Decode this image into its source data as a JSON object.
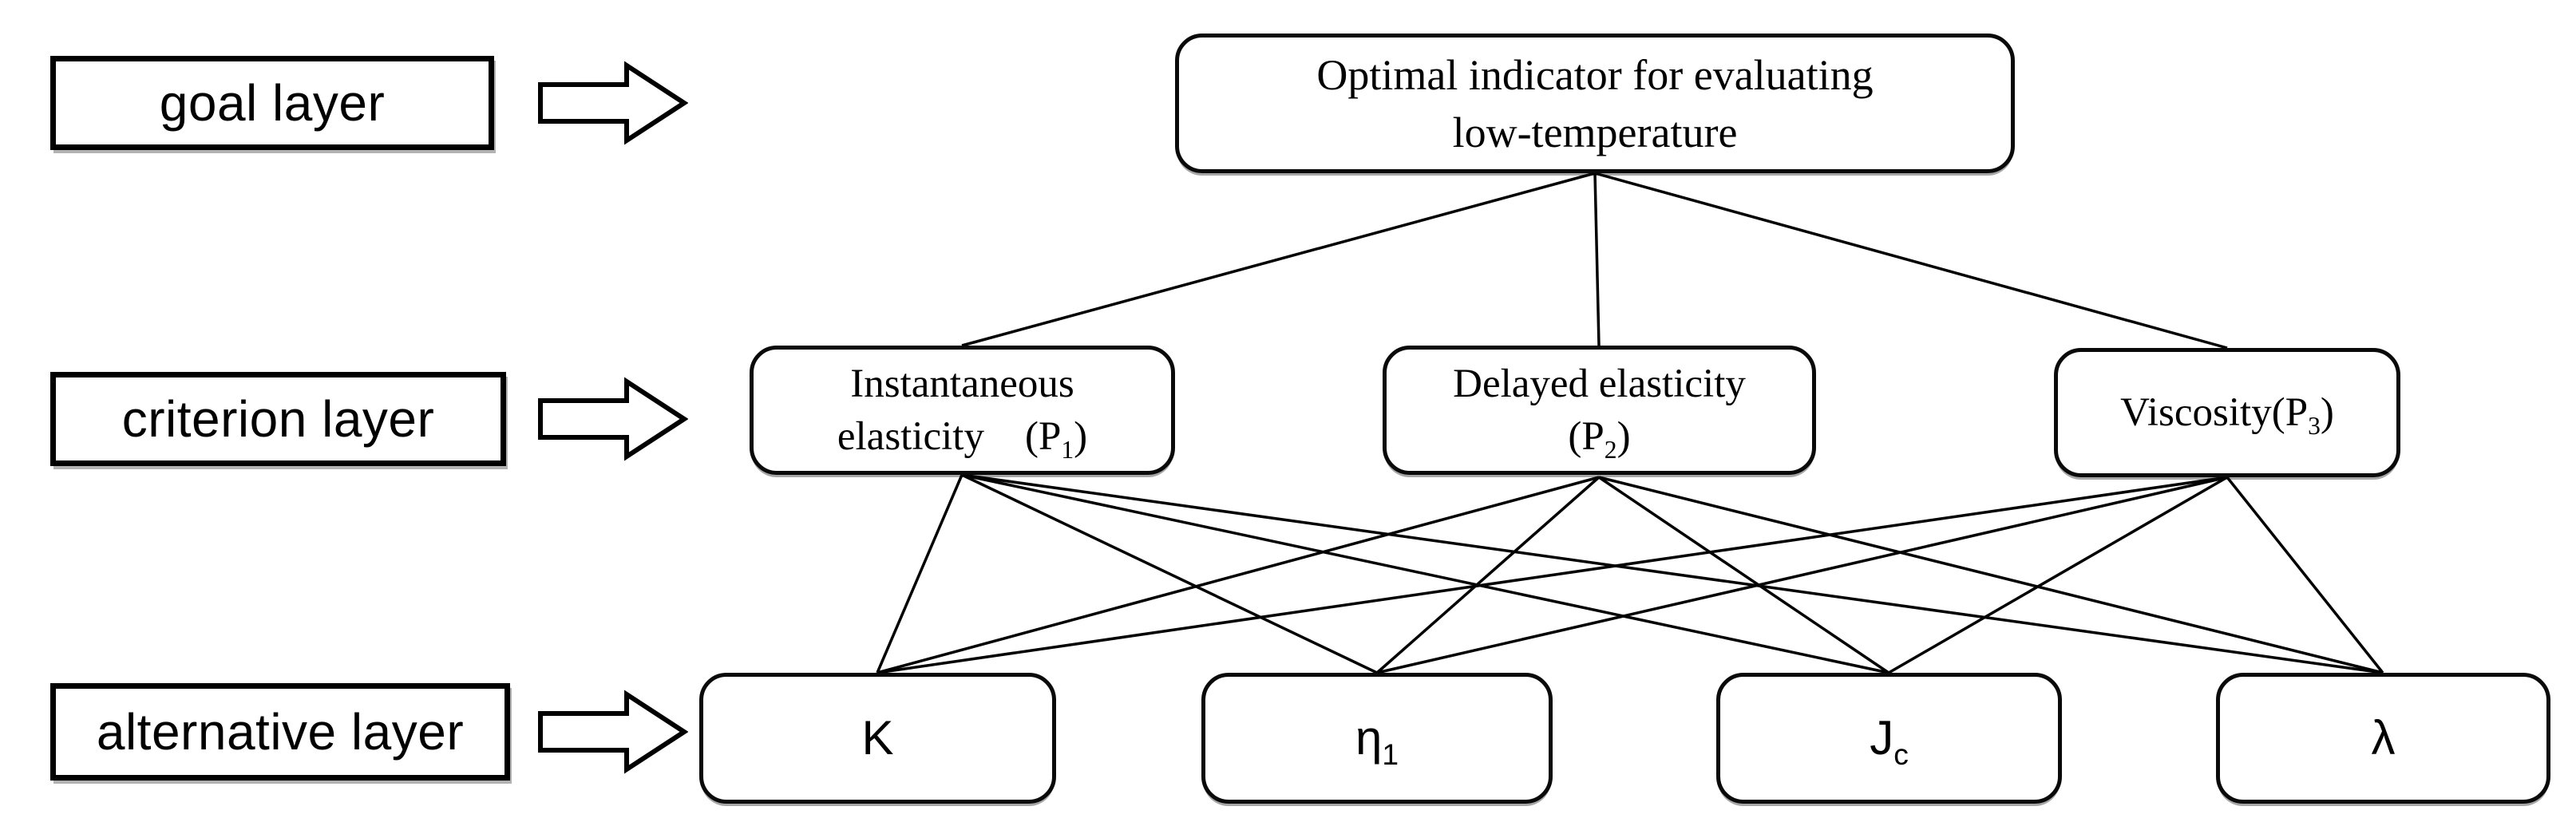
{
  "diagram": {
    "layers": [
      {
        "id": "goal",
        "label": "goal layer"
      },
      {
        "id": "criterion",
        "label": "criterion layer"
      },
      {
        "id": "alternative",
        "label": "alternative layer"
      }
    ],
    "nodes": [
      {
        "id": "goal",
        "layer": "goal",
        "lines": [
          [
            {
              "t": "Optimal indicator for evaluating"
            }
          ],
          [
            {
              "t": "low-temperature"
            }
          ]
        ]
      },
      {
        "id": "p1",
        "layer": "criterion",
        "lines": [
          [
            {
              "t": "Instantaneous"
            }
          ],
          [
            {
              "t": "elasticity　(P"
            },
            {
              "t": "1",
              "sub": true
            },
            {
              "t": ")"
            }
          ]
        ]
      },
      {
        "id": "p2",
        "layer": "criterion",
        "lines": [
          [
            {
              "t": "Delayed elasticity"
            }
          ],
          [
            {
              "t": "(P"
            },
            {
              "t": "2",
              "sub": true
            },
            {
              "t": ")"
            }
          ]
        ]
      },
      {
        "id": "p3",
        "layer": "criterion",
        "lines": [
          [
            {
              "t": "Viscosity(P"
            },
            {
              "t": "3",
              "sub": true
            },
            {
              "t": ")"
            }
          ]
        ]
      },
      {
        "id": "k",
        "layer": "alternative",
        "lines": [
          [
            {
              "t": "K"
            }
          ]
        ]
      },
      {
        "id": "eta",
        "layer": "alternative",
        "lines": [
          [
            {
              "t": "η"
            },
            {
              "t": "1",
              "sub": true
            }
          ]
        ]
      },
      {
        "id": "jc",
        "layer": "alternative",
        "lines": [
          [
            {
              "t": "J"
            },
            {
              "t": "c",
              "sub": true
            }
          ]
        ]
      },
      {
        "id": "lambda",
        "layer": "alternative",
        "lines": [
          [
            {
              "t": "λ"
            }
          ]
        ]
      }
    ],
    "edges": [
      [
        "goal",
        "p1"
      ],
      [
        "goal",
        "p2"
      ],
      [
        "goal",
        "p3"
      ],
      [
        "p1",
        "k"
      ],
      [
        "p1",
        "eta"
      ],
      [
        "p1",
        "jc"
      ],
      [
        "p1",
        "lambda"
      ],
      [
        "p2",
        "k"
      ],
      [
        "p2",
        "eta"
      ],
      [
        "p2",
        "jc"
      ],
      [
        "p2",
        "lambda"
      ],
      [
        "p3",
        "k"
      ],
      [
        "p3",
        "eta"
      ],
      [
        "p3",
        "jc"
      ],
      [
        "p3",
        "lambda"
      ]
    ],
    "colors": {
      "line": "#000000",
      "box_fill": "#ffffff",
      "box_border": "#000000"
    }
  }
}
